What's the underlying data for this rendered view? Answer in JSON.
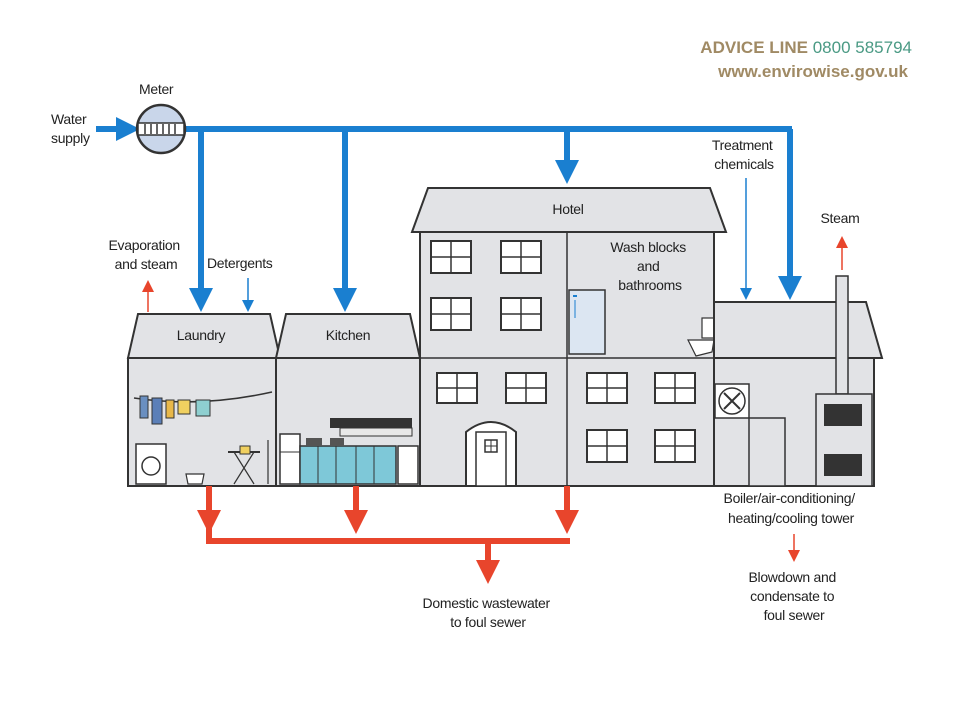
{
  "header": {
    "advice_label": "ADVICE LINE",
    "advice_number": "0800 585794",
    "website": "www.envirowise.gov.uk"
  },
  "labels": {
    "water_supply": [
      "Water",
      "supply"
    ],
    "meter": "Meter",
    "evaporation": [
      "Evaporation",
      "and steam"
    ],
    "detergents": "Detergents",
    "laundry": "Laundry",
    "kitchen": "Kitchen",
    "hotel": "Hotel",
    "wash_blocks": [
      "Wash blocks",
      "and",
      "bathrooms"
    ],
    "treatment": [
      "Treatment",
      "chemicals"
    ],
    "steam": "Steam",
    "boiler": [
      "Boiler/air-conditioning/",
      "heating/cooling tower"
    ],
    "blowdown": [
      "Blowdown and",
      "condensate to",
      "foul sewer"
    ],
    "wastewater": [
      "Domestic wastewater",
      "to foul sewer"
    ]
  },
  "colors": {
    "water": "#1a7fd0",
    "waste": "#e8452c",
    "building_fill": "#e2e3e6",
    "outline": "#333333"
  }
}
